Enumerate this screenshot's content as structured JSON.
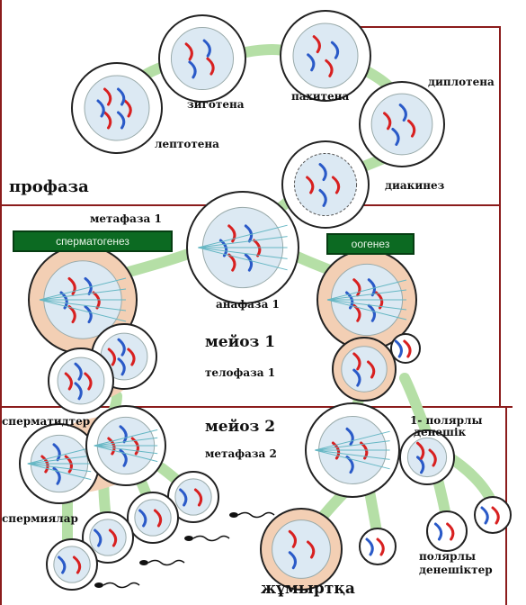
{
  "sections": {
    "prophase": {
      "title": "профаза",
      "stages": {
        "leptotene": "лептотена",
        "zygotene": "зиготена",
        "pachytene": "пахитена",
        "diplotene": "диплотена",
        "diakinesis": "диакинез"
      }
    },
    "meiosis1": {
      "title": "мейоз  1",
      "metaphase": "метафаза 1",
      "anaphase": "анафаза 1",
      "telophase": "телофаза 1",
      "spermatogenesis_label": "сперматогенез",
      "oogenesis_label": "оогенез"
    },
    "meiosis2": {
      "title": "мейоз 2",
      "metaphase": "метафаза 2",
      "spermatids": "сперматидтер",
      "sperm": "спермиялар",
      "polar_body_1_line1": "1- полярлы",
      "polar_body_1_line2": "денешік",
      "polar_bodies_line1": "полярлы",
      "polar_bodies_line2": "денешіктер",
      "egg": "жұмыртқа"
    }
  },
  "colors": {
    "frame": "#8b1c1c",
    "path": "#b5dfa6",
    "cell_outline": "#222222",
    "nucleus": "#dce9f3",
    "box_bg": "#0c6a22",
    "chrom_red": "#d82020",
    "chrom_blue": "#2a5ac8",
    "spindle": "#66b7c4"
  }
}
